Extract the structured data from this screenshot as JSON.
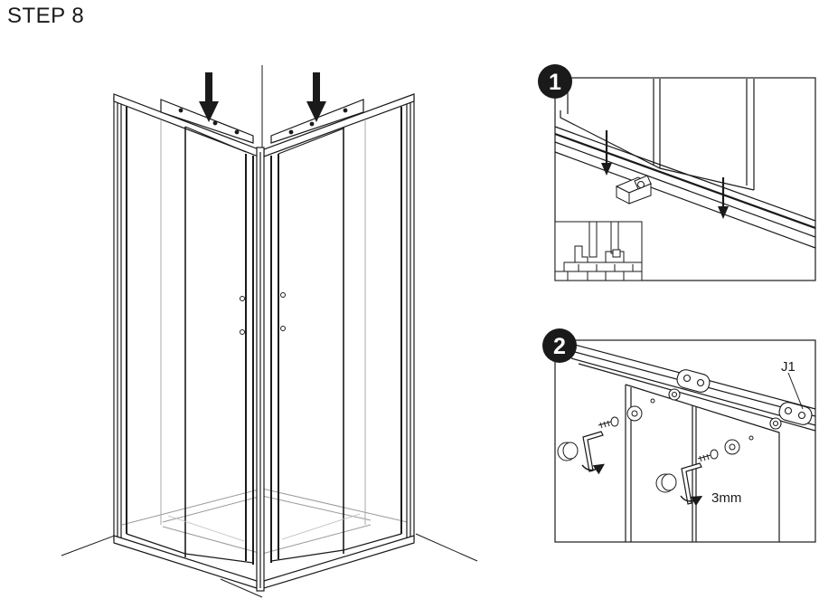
{
  "step": {
    "title": "STEP 8"
  },
  "detail_1": {
    "badge": "1"
  },
  "detail_2": {
    "badge": "2",
    "part_label": "J1",
    "tool_label": "3mm"
  }
}
